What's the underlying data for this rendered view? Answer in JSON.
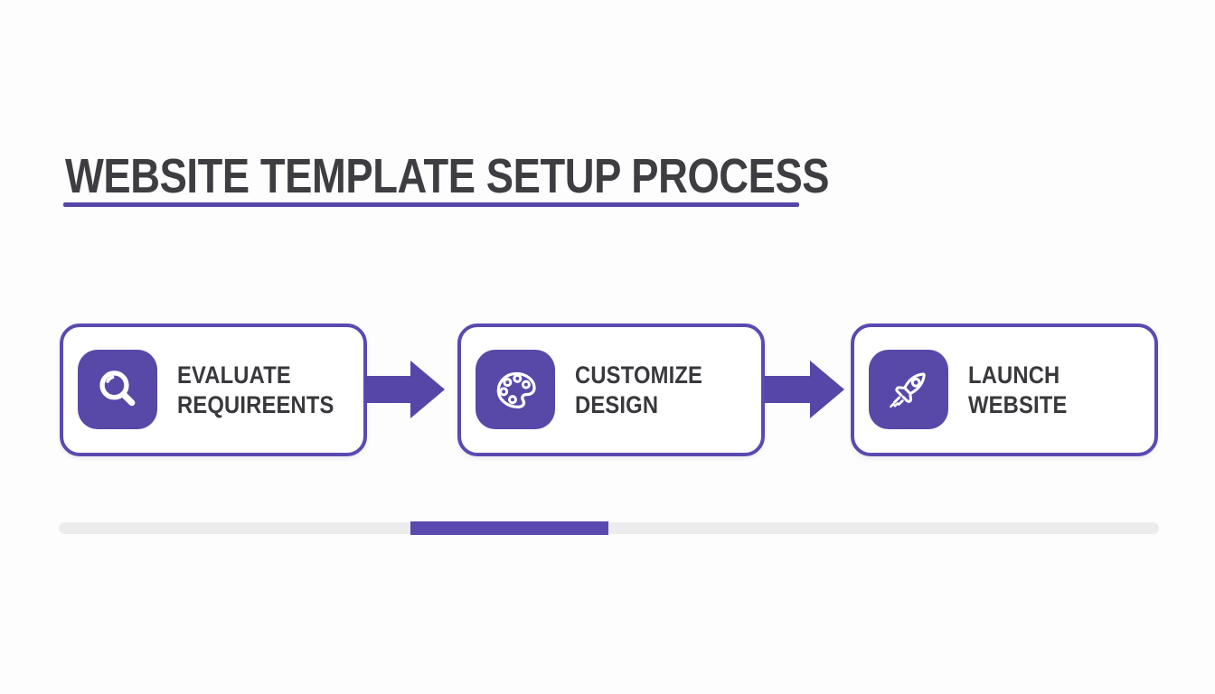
{
  "colors": {
    "accent": "#5646a8",
    "icon_bg": "#5848a8",
    "card_border": "#5a4ab0",
    "progress_fill": "#5a4ab0",
    "title_text": "#3e3d41",
    "label_text": "#39383c",
    "track": "#ececec",
    "background": "#fdfdfd"
  },
  "header": {
    "title": "WEBSITE TEMPLATE SETUP PROCESS"
  },
  "steps": [
    {
      "icon": "magnifier-icon",
      "lines": [
        "EVALUATE",
        "REQUIREENTS"
      ]
    },
    {
      "icon": "palette-icon",
      "lines": [
        "CUSTOMIZE",
        "DESIGN"
      ]
    },
    {
      "icon": "rocket-icon",
      "lines": [
        "LAUNCH",
        "WEBSITE"
      ]
    }
  ],
  "progress": {
    "offset_percent": 32,
    "width_percent": 18
  }
}
